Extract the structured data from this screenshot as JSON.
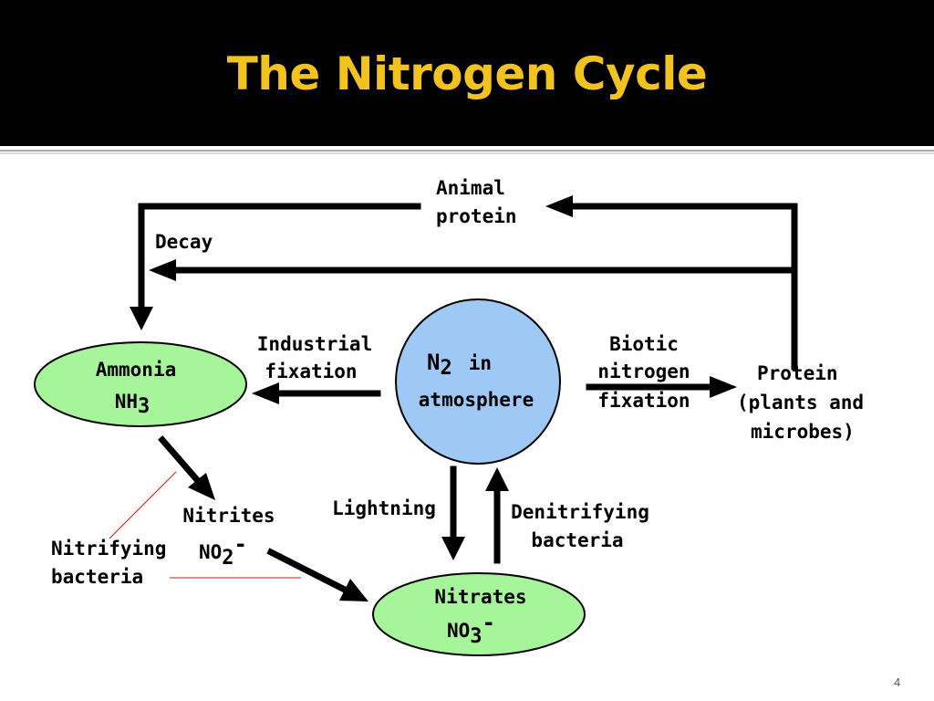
{
  "slide": {
    "title": "The Nitrogen Cycle",
    "page_number": "4"
  },
  "nodes": {
    "n2": {
      "line1_main": "N",
      "line1_sub": "2",
      "line1_rest": "in",
      "line2": "atmosphere",
      "color": "#9ec9f6"
    },
    "ammonia": {
      "name": "Ammonia",
      "formula_main": "NH",
      "formula_sub": "3",
      "color": "#a6f59a"
    },
    "nitrates": {
      "name": "Nitrates",
      "formula_main": "NO",
      "formula_sub": "3",
      "formula_sup": "-",
      "color": "#a6f59a"
    },
    "nitrites": {
      "name": "Nitrites",
      "formula_main": "NO",
      "formula_sub": "2",
      "formula_sup": "-"
    },
    "protein": {
      "line1": "Protein",
      "line2": "(plants and",
      "line3": "microbes)"
    },
    "animal_protein": {
      "line1": "Animal",
      "line2": "protein"
    }
  },
  "labels": {
    "decay": "Decay",
    "industrial": {
      "line1": "Industrial",
      "line2": "fixation"
    },
    "biotic": {
      "line1": "Biotic",
      "line2": "nitrogen",
      "line3": "fixation"
    },
    "lightning": "Lightning",
    "denitrifying": {
      "line1": "Denitrifying",
      "line2": "bacteria"
    },
    "nitrifying": {
      "line1": "Nitrifying",
      "line2": "bacteria"
    }
  }
}
